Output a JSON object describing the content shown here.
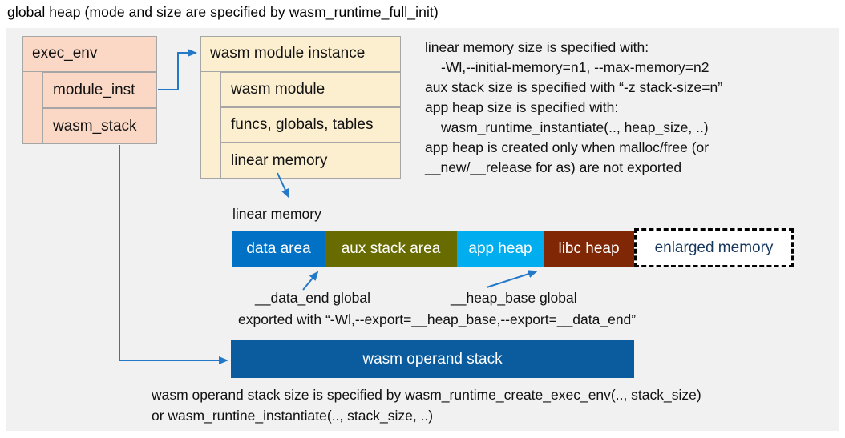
{
  "title": "global heap (mode and size are specified by wasm_runtime_full_init)",
  "exec_env": {
    "header": "exec_env",
    "rows": [
      "module_inst",
      "wasm_stack"
    ]
  },
  "module_instance": {
    "header": "wasm module instance",
    "rows": [
      "wasm module",
      "funcs, globals, tables",
      "linear memory"
    ]
  },
  "info_block": {
    "lines": [
      "linear memory size is specified with:",
      "-Wl,--initial-memory=n1, --max-memory=n2",
      "aux stack size is specified with “-z stack-size=n”",
      "app heap size is specified with:",
      "wasm_runtime_instantiate(.., heap_size, ..)",
      "app heap is created only when malloc/free (or",
      "__new/__release for as) are not exported"
    ]
  },
  "linear_memory": {
    "label": "linear memory",
    "segments": [
      {
        "label": "data area",
        "color": "#0071C5"
      },
      {
        "label": "aux stack area",
        "color": "#686B00"
      },
      {
        "label": "app heap",
        "color": "#00AEEF"
      },
      {
        "label": "libc heap",
        "color": "#802706"
      },
      {
        "label": "enlarged memory",
        "color": "#FFFFFF",
        "text_color": "#16365D",
        "border": "dashed"
      }
    ]
  },
  "annotations": {
    "data_end": "__data_end global",
    "heap_base": "__heap_base global",
    "exported": "exported with “-Wl,--export=__heap_base,--export=__data_end”"
  },
  "operand_stack": {
    "label": "wasm operand stack",
    "color": "#0A5C9E"
  },
  "footer": {
    "lines": [
      "wasm operand stack size is specified by wasm_runtime_create_exec_env(.., stack_size)",
      "or wasm_runtine_instantiate(.., stack_size, ..)"
    ]
  },
  "colors": {
    "panel_bg": "#F1F1F2",
    "exec_env_box": "#FAD8C5",
    "module_instance_box": "#FCEFD0",
    "box_border": "#A6A6A6",
    "connector_blue": "#2478C8"
  }
}
